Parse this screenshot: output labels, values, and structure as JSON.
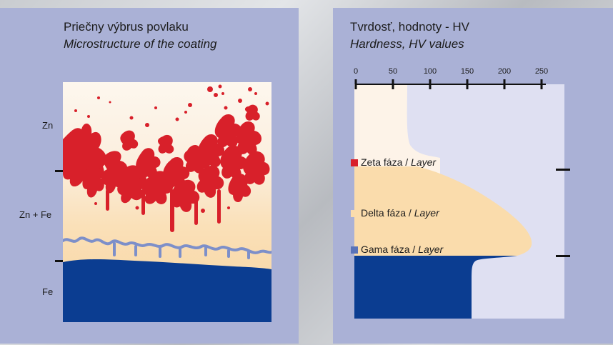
{
  "left": {
    "title_sk": "Priečny výbrus povlaku",
    "title_en": "Microstructure of the coating",
    "labels": {
      "zn": "Zn",
      "znfe": "Zn + Fe",
      "fe": "Fe"
    }
  },
  "right": {
    "title_sk": "Tvrdosť, hodnoty - HV",
    "title_en": "Hardness, HV values",
    "scale_ticks": [
      "0",
      "50",
      "100",
      "150",
      "200",
      "250"
    ],
    "legend": [
      {
        "sk": "Zeta fáza /",
        "en": "Layer",
        "color": "#d8202a"
      },
      {
        "sk": "Delta fáza /",
        "en": "Layer",
        "color": "#fadcac"
      },
      {
        "sk": "Gama fáza /",
        "en": "Layer",
        "color": "#5a73b8"
      }
    ]
  },
  "colors": {
    "panel": "#aab1d6",
    "zinc": "#fdf3e8",
    "delta": "#fadcac",
    "zeta": "#d8202a",
    "gamma": "#7d8fc9",
    "steel": "#0b3d91",
    "chart_bg": "#dfe0f2"
  }
}
